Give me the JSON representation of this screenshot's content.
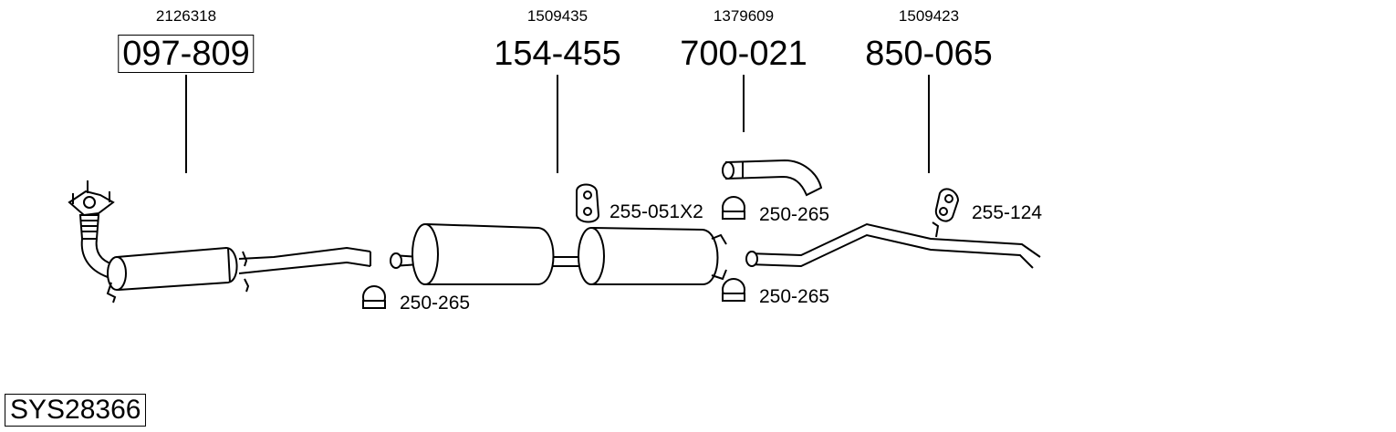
{
  "parts": [
    {
      "oem": "2126318",
      "number": "097-809",
      "boxed": true
    },
    {
      "oem": "1509435",
      "number": "154-455",
      "boxed": false
    },
    {
      "oem": "1379609",
      "number": "700-021",
      "boxed": false
    },
    {
      "oem": "1509423",
      "number": "850-065",
      "boxed": false
    }
  ],
  "accessories": {
    "hanger_pair": "255-051X2",
    "clamp_front": "250-265",
    "clamp_tailpipe": "250-265",
    "clamp_rear": "250-265",
    "hanger_rear": "255-124"
  },
  "system_code": "SYS28366"
}
